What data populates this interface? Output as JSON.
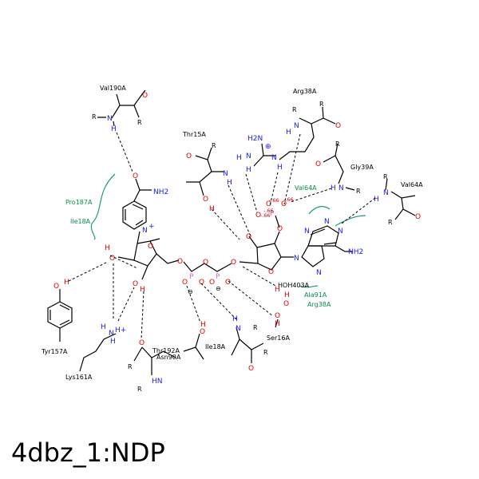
{
  "title": "4dbz_1:NDP",
  "residues": {
    "val190a": "Val190A",
    "arg38a_top": "Arg38A",
    "thr15a": "Thr15A",
    "gly39a": "Gly39A",
    "val64a_right": "Val64A",
    "val64a_green": "Val64A",
    "pro187a": "Pro187A",
    "ile18a_left": "Ile18A",
    "tyr157a": "Tyr157A",
    "lys161a": "Lys161A",
    "thr192a": "Thr192A",
    "asn90a": "Asn90A",
    "ile18a_bottom": "Ile18A",
    "ser16a": "Ser16A",
    "hoh403a": "HOH403A",
    "ala91a": "Ala91A",
    "arg38a_green": "Arg38A"
  },
  "atoms": {
    "N": "N",
    "O": "O",
    "H": "H",
    "R": "R",
    "P": "P",
    "NH2": "NH2",
    "NH": "NH",
    "Nplus": "N",
    "plus": "+",
    "oplus": "⊕",
    "ominus": "⊖",
    "Hplus": "H+",
    "H2N": "H2N",
    "HN": "HN"
  },
  "distances": {
    "d1": "-.66",
    "d2": "-.66",
    "d3": "-.66",
    "d4": "-.66"
  },
  "colors": {
    "nitrogen": "#1a1aff",
    "oxygen": "#e00000",
    "phosphorus": "#cc66cc",
    "hydrophobic": "#1f9e6a",
    "bond": "#000000"
  }
}
